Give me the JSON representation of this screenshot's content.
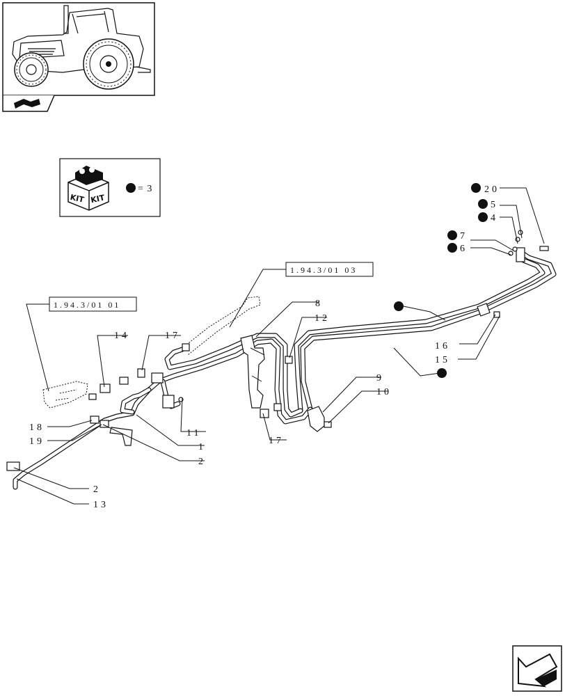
{
  "kit_box": {
    "kit_label_1": "KIT",
    "kit_label_2": "KIT",
    "legend": "= 3"
  },
  "references": [
    {
      "id": "ref-1",
      "text": "1.94.3/01 03"
    },
    {
      "id": "ref-2",
      "text": "1.94.3/01 01"
    }
  ],
  "callouts": {
    "c20": "20",
    "c5": "5",
    "c4": "4",
    "c7": "7",
    "c6": "6",
    "c8": "8",
    "c12": "12",
    "c14": "14",
    "c17a": "17",
    "c16": "16",
    "c15": "15",
    "c9": "9",
    "c10": "10",
    "c11": "11",
    "c1": "1",
    "c2a": "2",
    "c18": "18",
    "c19": "19",
    "c17b": "17",
    "c2b": "2",
    "c13": "13"
  },
  "colors": {
    "ink": "#111111",
    "paper": "#ffffff"
  },
  "icons": {
    "section_tab": "tractor-section-icon",
    "nav": "next-page-arrow-icon"
  }
}
